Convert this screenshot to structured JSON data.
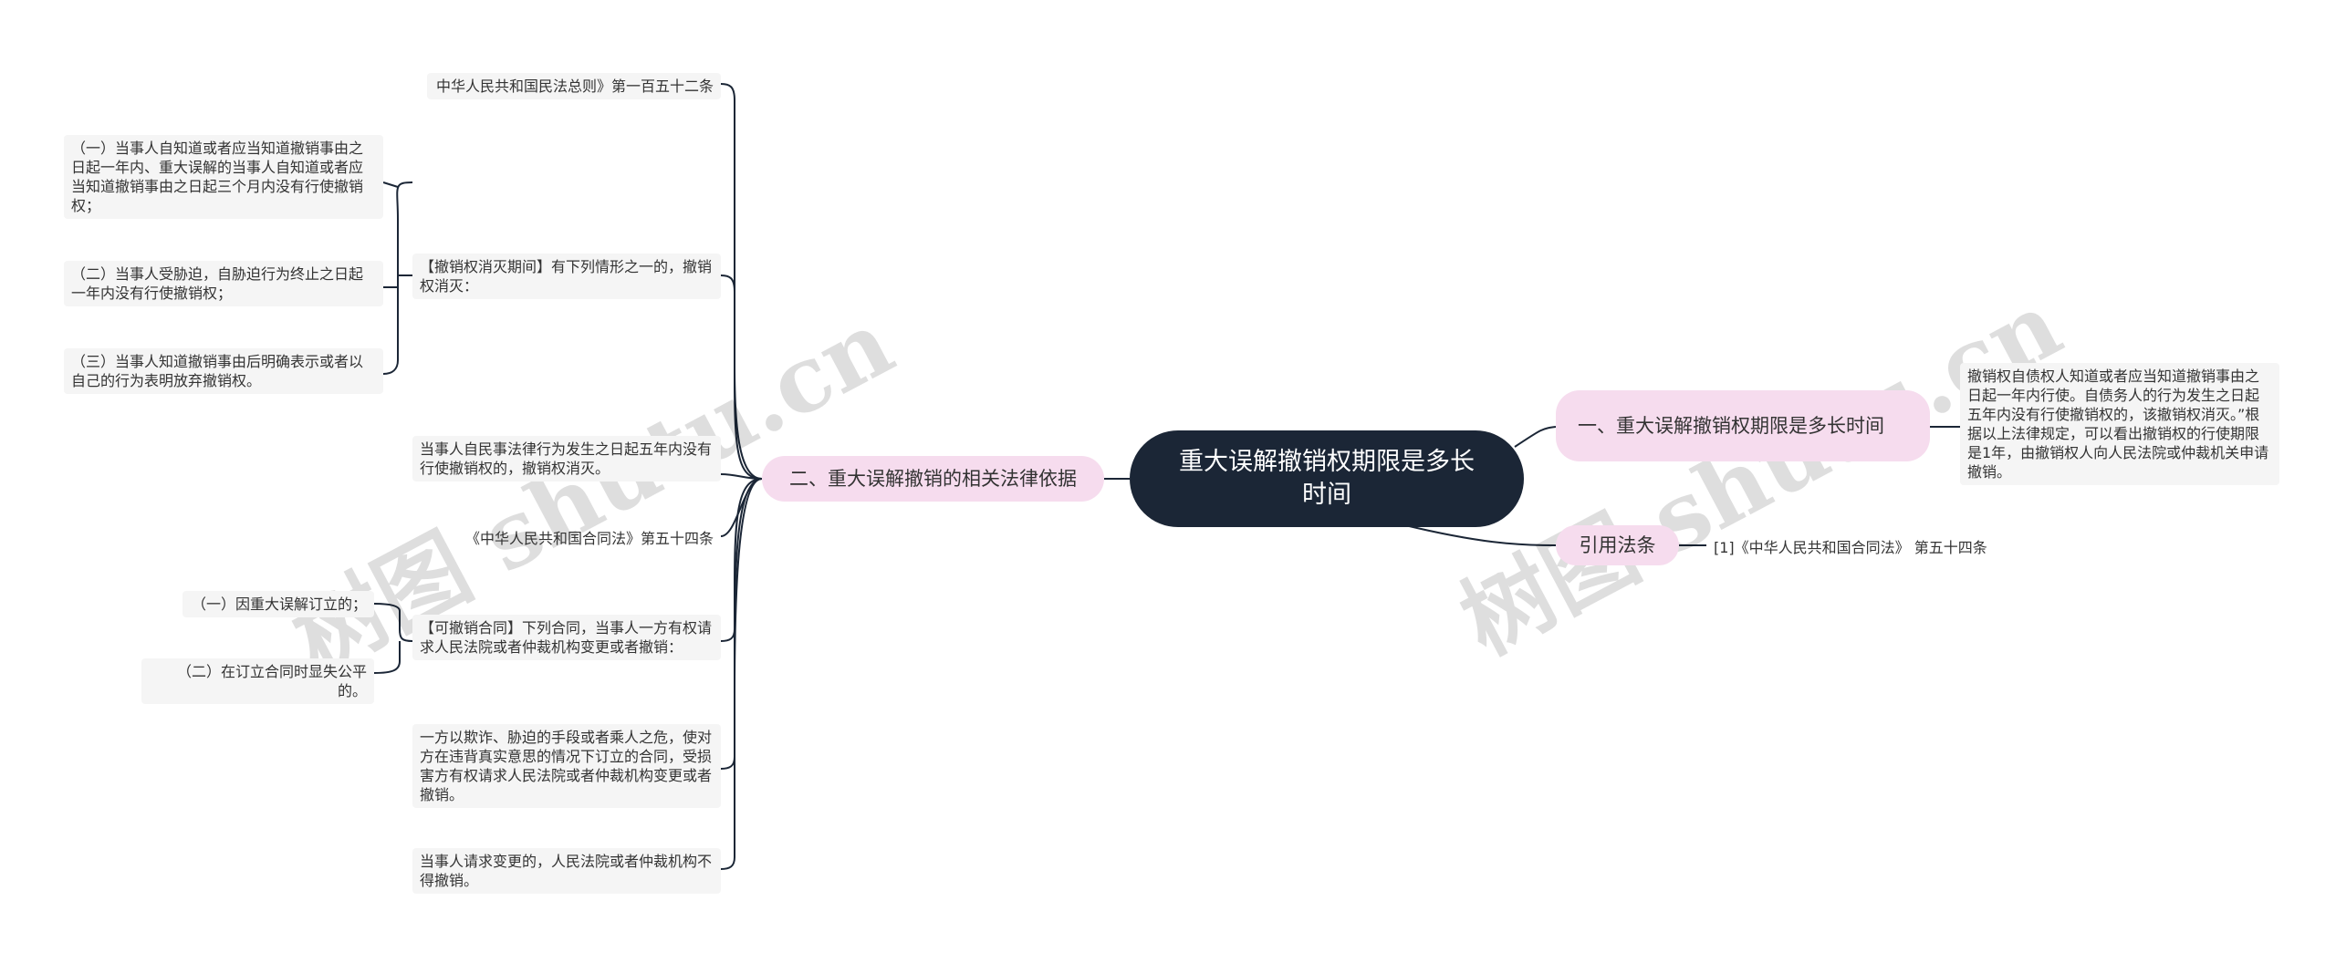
{
  "root": {
    "label": "重大误解撤销权期限是多长时间"
  },
  "right": {
    "branch1": {
      "label": "一、重大误解撤销权期限是多长时间"
    },
    "branch1_detail": "撤销权自债权人知道或者应当知道撤销事由之日起一年内行使。自债务人的行为发生之日起五年内没有行使撤销权的，该撤销权消灭。”根据以上法律规定，可以看出撤销权的行使期限是1年，由撤销权人向人民法院或仲裁机关申请撤销。",
    "branch2": {
      "label": "引用法条"
    },
    "branch2_detail": "[1]《中华人民共和国合同法》 第五十四条"
  },
  "left": {
    "branch": {
      "label": "二、重大误解撤销的相关法律依据"
    },
    "items": [
      "中华人民共和国民法总则》第一百五十二条",
      "【撤销权消灭期间】有下列情形之一的，撤销权消灭：",
      "当事人自民事法律行为发生之日起五年内没有行使撤销权的，撤销权消灭。",
      "《中华人民共和国合同法》第五十四条",
      "【可撤销合同】下列合同，当事人一方有权请求人民法院或者仲裁机构变更或者撤销：",
      "一方以欺诈、胁迫的手段或者乘人之危，使对方在违背真实意思的情况下订立的合同，受损害方有权请求人民法院或者仲裁机构变更或者撤销。",
      "当事人请求变更的，人民法院或者仲裁机构不得撤销。"
    ],
    "sub_extinction": [
      "（一）当事人自知道或者应当知道撤销事由之日起一年内、重大误解的当事人自知道或者应当知道撤销事由之日起三个月内没有行使撤销权；",
      "（二）当事人受胁迫，自胁迫行为终止之日起一年内没有行使撤销权；",
      "（三）当事人知道撤销事由后明确表示或者以自己的行为表明放弃撤销权。"
    ],
    "sub_revocable": [
      "（一）因重大误解订立的；",
      "（二）在订立合同时显失公平的。"
    ]
  },
  "watermarks": [
    "树图 shutu.cn",
    "树图 shutu.cn"
  ],
  "colors": {
    "root_bg": "#1b2636",
    "branch_bg": "#f6dcee",
    "leaf_bg": "#f5f5f5",
    "line": "#1b2636"
  }
}
